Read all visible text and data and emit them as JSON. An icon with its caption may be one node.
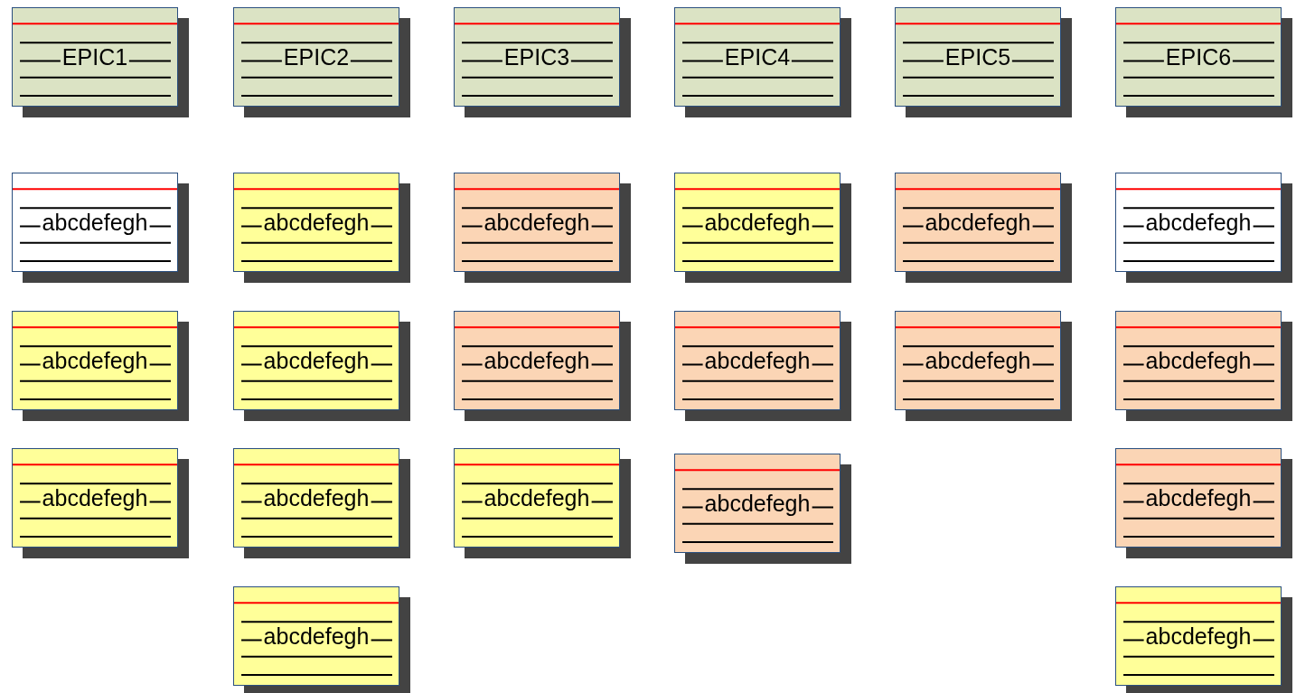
{
  "diagram": {
    "nodes": [
      {
        "text": [
          "EPIC1"
        ]
      },
      {
        "text": [
          "EPIC2"
        ]
      },
      {
        "text": [
          "EPIC3"
        ]
      },
      {
        "text": [
          "EPIC4"
        ]
      },
      {
        "text": [
          "EPIC5"
        ]
      },
      {
        "text": [
          "EPIC6"
        ]
      },
      {
        "text": [
          "abcdefegh"
        ]
      },
      {
        "text": [
          "abcdefegh"
        ]
      },
      {
        "text": [
          "abcdefegh"
        ]
      },
      {
        "text": [
          "abcdefegh"
        ]
      },
      {
        "text": [
          "abcdefegh"
        ]
      },
      {
        "text": [
          "abcdefegh"
        ]
      },
      {
        "text": [
          "abcdefegh"
        ]
      },
      {
        "text": [
          "abcdefegh"
        ]
      },
      {
        "text": [
          "abcdefegh"
        ]
      },
      {
        "text": [
          "abcdefegh"
        ]
      },
      {
        "text": [
          "abcdefegh"
        ]
      },
      {
        "text": [
          "abcdefegh"
        ]
      },
      {
        "text": [
          "abcdefegh"
        ]
      },
      {
        "text": [
          "abcdefegh"
        ]
      },
      {
        "text": [
          "abcdefegh"
        ]
      },
      {
        "text": [
          "abcdefegh"
        ]
      },
      {
        "text": [
          "abcdefegh"
        ]
      },
      {
        "text": [
          "abcdefegh"
        ]
      },
      {
        "text": [
          "abcdefegh"
        ]
      }
    ]
  }
}
